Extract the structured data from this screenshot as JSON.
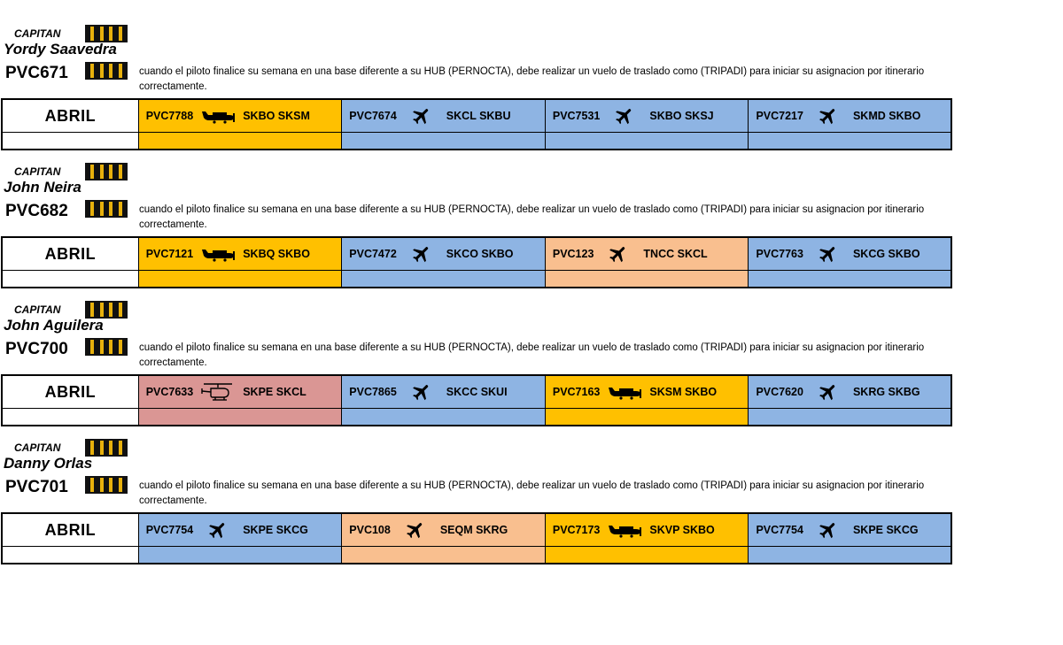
{
  "pilots": [
    {
      "rank": "CAPITAN",
      "name": "Yordy Saavedra",
      "code": "PVC671",
      "note": "cuando el piloto finalice su semana en una base diferente a su HUB (PERNOCTA), debe realizar un vuelo de traslado como (TRIPADI) para iniciar su asignacion por itinerario correctamente.",
      "month": "ABRIL",
      "segments": [
        {
          "flight": "PVC7788",
          "route": "SKBO SKSM",
          "icon": "propeller-plane-icon",
          "color": "#ffc000"
        },
        {
          "flight": "PVC7674",
          "route": "SKCL SKBU",
          "icon": "jet-plane-icon",
          "color": "#8eb4e3"
        },
        {
          "flight": "PVC7531",
          "route": "SKBO SKSJ",
          "icon": "jet-plane-icon",
          "color": "#8eb4e3"
        },
        {
          "flight": "PVC7217",
          "route": "SKMD SKBO",
          "icon": "jet-plane-icon",
          "color": "#8eb4e3"
        }
      ]
    },
    {
      "rank": "CAPITAN",
      "name": "John Neira",
      "code": "PVC682",
      "note": "cuando el piloto finalice su semana en una base diferente a su HUB (PERNOCTA), debe realizar un vuelo de traslado como (TRIPADI) para iniciar su asignacion por itinerario correctamente.",
      "month": "ABRIL",
      "segments": [
        {
          "flight": "PVC7121",
          "route": "SKBQ SKBO",
          "icon": "propeller-plane-icon",
          "color": "#ffc000"
        },
        {
          "flight": "PVC7472",
          "route": "SKCO SKBO",
          "icon": "jet-plane-icon",
          "color": "#8eb4e3"
        },
        {
          "flight": "PVC123",
          "route": "TNCC SKCL",
          "icon": "jet-plane-icon",
          "color": "#f9bf8f"
        },
        {
          "flight": "PVC7763",
          "route": "SKCG SKBO",
          "icon": "jet-plane-icon",
          "color": "#8eb4e3"
        }
      ]
    },
    {
      "rank": "CAPITAN",
      "name": "John Aguilera",
      "code": "PVC700",
      "note": "cuando el piloto finalice su semana en una base diferente a su HUB (PERNOCTA), debe realizar un vuelo de traslado como (TRIPADI) para iniciar su asignacion por itinerario correctamente.",
      "month": "ABRIL",
      "segments": [
        {
          "flight": "PVC7633",
          "route": "SKPE SKCL",
          "icon": "helicopter-icon",
          "color": "#da9694"
        },
        {
          "flight": "PVC7865",
          "route": "SKCC SKUI",
          "icon": "jet-plane-icon",
          "color": "#8eb4e3"
        },
        {
          "flight": "PVC7163",
          "route": "SKSM SKBO",
          "icon": "propeller-plane-icon",
          "color": "#ffc000"
        },
        {
          "flight": "PVC7620",
          "route": "SKRG SKBG",
          "icon": "jet-plane-icon",
          "color": "#8eb4e3"
        }
      ]
    },
    {
      "rank": "CAPITAN",
      "name": "Danny Orlas",
      "code": "PVC701",
      "note": "cuando el piloto finalice su semana en una base diferente a su HUB (PERNOCTA), debe realizar un vuelo de traslado como (TRIPADI) para iniciar su asignacion por itinerario correctamente.",
      "month": "ABRIL",
      "segments": [
        {
          "flight": "PVC7754",
          "route": "SKPE SKCG",
          "icon": "jet-plane-icon",
          "color": "#8eb4e3"
        },
        {
          "flight": "PVC108",
          "route": "SEQM SKRG",
          "icon": "jet-plane-icon",
          "color": "#f9bf8f"
        },
        {
          "flight": "PVC7173",
          "route": "SKVP SKBO",
          "icon": "propeller-plane-icon",
          "color": "#ffc000"
        },
        {
          "flight": "PVC7754",
          "route": "SKPE SKCG",
          "icon": "jet-plane-icon",
          "color": "#8eb4e3"
        }
      ]
    }
  ]
}
